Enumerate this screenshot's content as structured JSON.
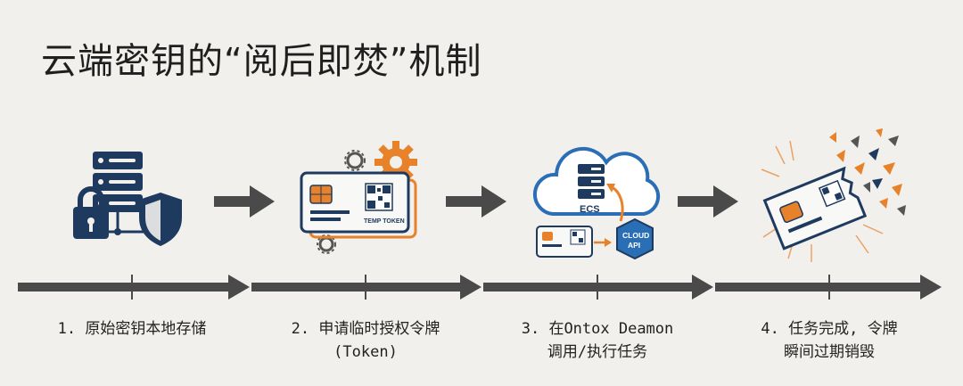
{
  "title": "云端密钥的“阅后即焚”机制",
  "colors": {
    "navy": "#1f3a5f",
    "orange": "#e8822a",
    "arrow": "#4a4a4a",
    "background": "#f1f0ec"
  },
  "steps": [
    {
      "line1": "1. 原始密钥本地存储",
      "line2": ""
    },
    {
      "line1": "2. 申请临时授权令牌",
      "line2": "(Token)"
    },
    {
      "line1": "3. 在Ontox Deamon",
      "line2": "调用/执行任务"
    },
    {
      "line1": "4. 任务完成, 令牌",
      "line2": "瞬间过期销毁"
    }
  ],
  "icons": {
    "step1": "server-lock-shield-icon",
    "step2": "temp-token-card-gears-icon",
    "step3": "cloud-ecs-api-icon",
    "step4": "shattering-card-icon"
  },
  "card": {
    "token_text": "TEMP TOKEN"
  },
  "cloud": {
    "ecs_label": "ECS",
    "api_line1": "CLOUD",
    "api_line2": "API"
  }
}
